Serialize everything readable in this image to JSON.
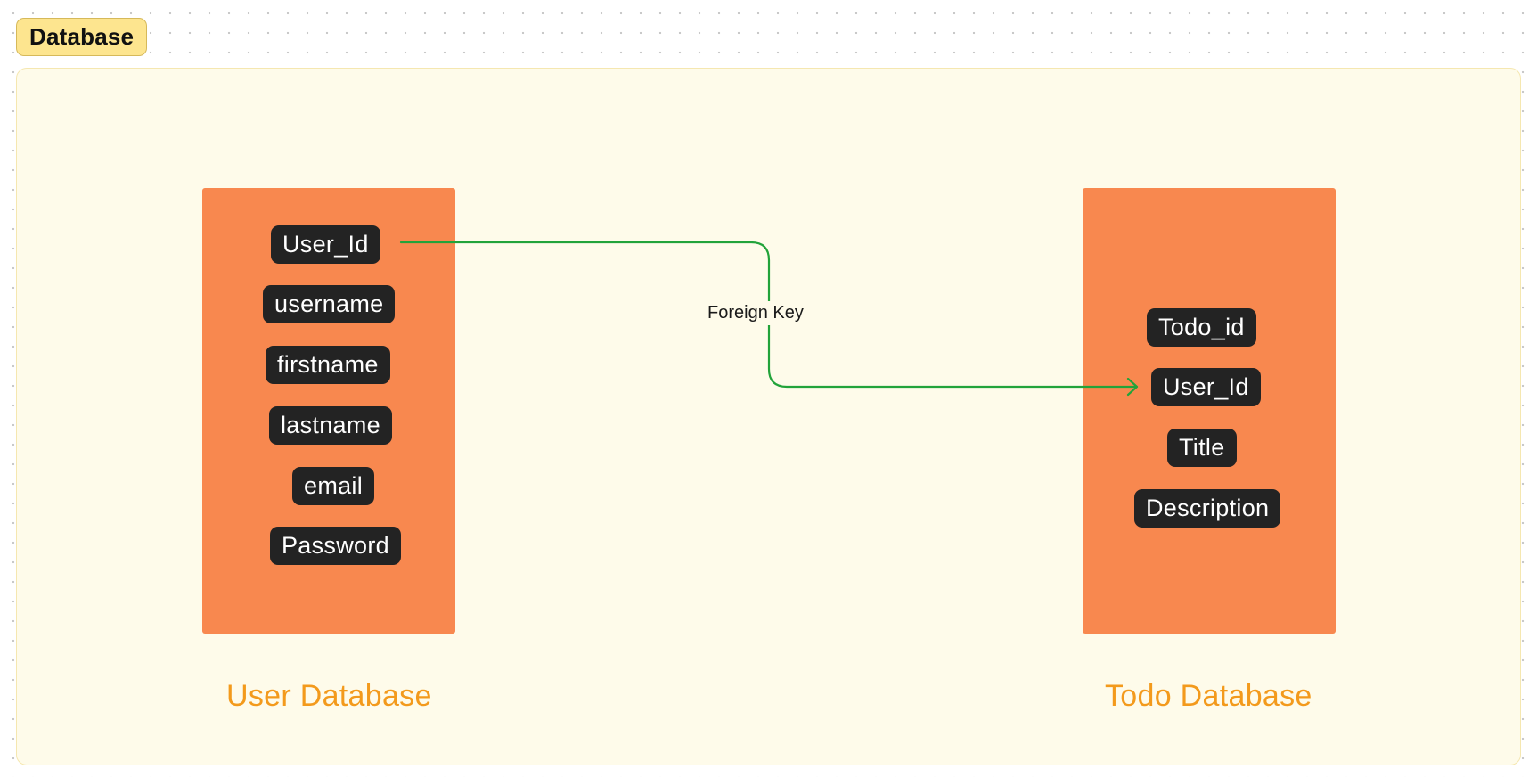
{
  "section": {
    "title": "Database"
  },
  "tables": {
    "user": {
      "label": "User Database",
      "fields": [
        "User_Id",
        "username",
        "firstname",
        "lastname",
        "email",
        "Password"
      ]
    },
    "todo": {
      "label": "Todo Database",
      "fields": [
        "Todo_id",
        "User_Id",
        "Title",
        "Description"
      ]
    }
  },
  "relation": {
    "label": "Foreign Key",
    "from": "User Database.User_Id",
    "to": "Todo Database.User_Id",
    "color": "#22a33a"
  },
  "colors": {
    "section_tag": "#fde58f",
    "section_background": "#fefbea",
    "table_fill": "#f8884f",
    "field_chip": "#232323",
    "table_label": "#f39a1c"
  }
}
